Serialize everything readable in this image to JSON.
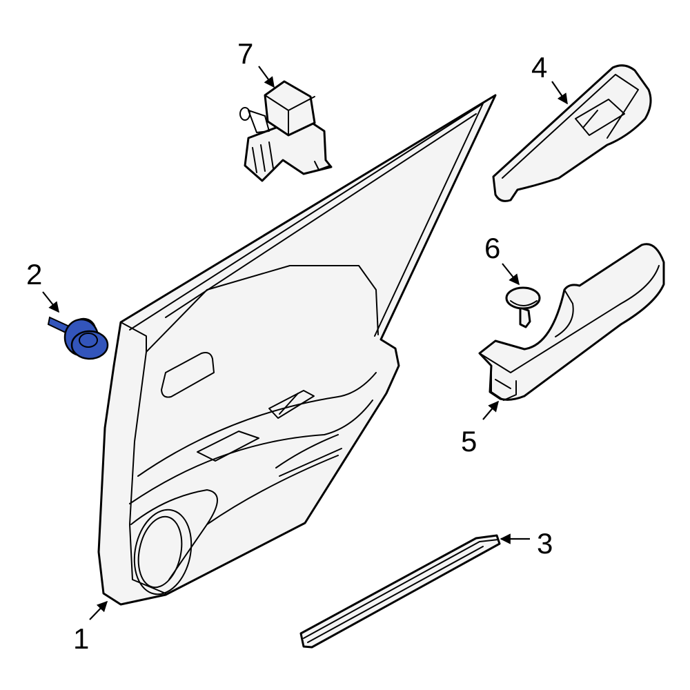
{
  "callouts": {
    "c1": "1",
    "c2": "2",
    "c3": "3",
    "c4": "4",
    "c5": "5",
    "c6": "6",
    "c7": "7"
  },
  "highlight_color": "#3355bb",
  "line_color": "#000000",
  "fill_color": "#f4f4f4"
}
